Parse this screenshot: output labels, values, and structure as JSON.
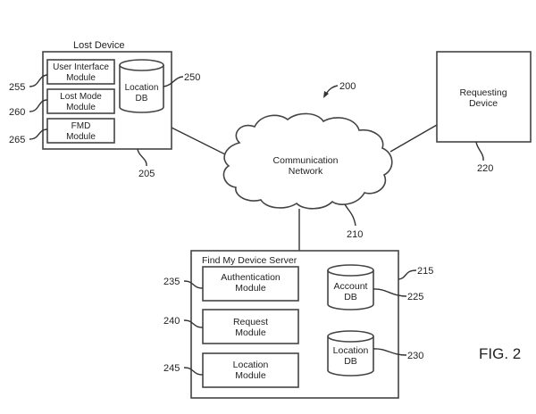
{
  "figure_label": "FIG. 2",
  "system_ref": "200",
  "lost_device": {
    "title": "Lost Device",
    "ref": "205",
    "modules": [
      {
        "line1": "User Interface",
        "line2": "Module",
        "ref": "255"
      },
      {
        "line1": "Lost Mode",
        "line2": "Module",
        "ref": "260"
      },
      {
        "line1": "FMD",
        "line2": "Module",
        "ref": "265"
      }
    ],
    "db": {
      "line1": "Location",
      "line2": "DB",
      "ref": "250"
    }
  },
  "network": {
    "line1": "Communication",
    "line2": "Network",
    "ref": "210"
  },
  "requesting_device": {
    "line1": "Requesting",
    "line2": "Device",
    "ref": "220"
  },
  "server": {
    "title": "Find My Device Server",
    "ref": "215",
    "modules": [
      {
        "line1": "Authentication",
        "line2": "Module",
        "ref": "235"
      },
      {
        "line1": "Request",
        "line2": "Module",
        "ref": "240"
      },
      {
        "line1": "Location",
        "line2": "Module",
        "ref": "245"
      }
    ],
    "dbs": [
      {
        "line1": "Account",
        "line2": "DB",
        "ref": "225"
      },
      {
        "line1": "Location",
        "line2": "DB",
        "ref": "230"
      }
    ]
  }
}
